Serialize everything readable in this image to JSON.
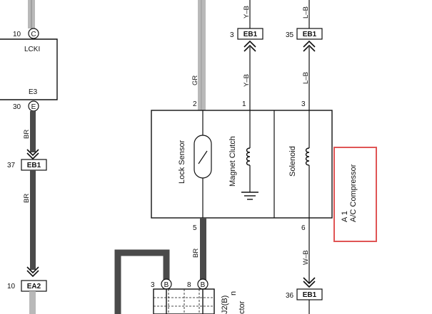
{
  "left_component": {
    "top_pin": "10",
    "top_pin_letter": "C",
    "top_label": "LCKI",
    "bottom_label": "E3",
    "bottom_pin": "30",
    "bottom_pin_letter": "E"
  },
  "left_wire": {
    "color_upper": "BR",
    "color_lower": "BR"
  },
  "connectors": {
    "eb1_left": {
      "pin": "37",
      "name": "EB1"
    },
    "ea2": {
      "pin": "10",
      "name": "EA2"
    },
    "eb1_top_1": {
      "pin": "3",
      "name": "EB1"
    },
    "eb1_top_2": {
      "pin": "35",
      "name": "EB1"
    },
    "eb1_bottom": {
      "pin": "36",
      "name": "EB1"
    }
  },
  "wires": {
    "gr": "GR",
    "y_b_top": "Y–B",
    "l_b_top": "L–B",
    "y_b": "Y–B",
    "l_b": "L–B",
    "br": "BR",
    "w_b": "W–B"
  },
  "compressor": {
    "pins": {
      "p2": "2",
      "p1": "1",
      "p3": "3",
      "p5": "5",
      "p6": "6"
    },
    "lock_sensor": "Lock Sensor",
    "magnet_clutch": "Magnet Clutch",
    "solenoid": "Solenoid",
    "ref": "A 1",
    "name": "A/C Compressor"
  },
  "bottom_connector": {
    "pin_left": "3",
    "pin_left_letter": "B",
    "pin_right": "8",
    "pin_right_letter": "B",
    "ref": "J2(B)",
    "cut_text_1": "n",
    "cut_text_2": "ctor"
  },
  "colors": {
    "highlight": "#e05555",
    "wire_gray": "#b9b9b9",
    "wire_dark": "#4a4a4a"
  }
}
